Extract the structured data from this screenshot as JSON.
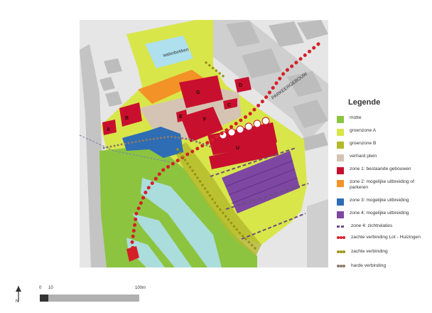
{
  "labels": {
    "waterbekken": "waterbekken",
    "parkeergebouw": "PARKEERGEBOUW",
    "buildings": [
      "A",
      "B",
      "C",
      "D",
      "E",
      "F",
      "G",
      "U"
    ]
  },
  "legend": {
    "title": "Legende",
    "items": [
      {
        "text": "motte",
        "color": "#8cc43f"
      },
      {
        "text": "groenzone A",
        "color": "#d8e64a"
      },
      {
        "text": "groenzone B",
        "color": "#b4b92a"
      },
      {
        "text": "verhard plein",
        "color": "#d5c4b4"
      },
      {
        "text": "zone 1: bestaande gebouwen",
        "color": "#c8102e"
      },
      {
        "text": "zone 2: mogelijke uitbreiding of parkeren",
        "color": "#f39227"
      },
      {
        "text": "zone 3: mogelijke uitbreiding",
        "color": "#2e6db4"
      },
      {
        "text": "zone 4: mogelijke uitbreiding",
        "color": "#7d47a2"
      },
      {
        "text": "zone 4: zichtrelaties",
        "color": "#6b4e7d"
      },
      {
        "text": "zachte verbinding Lot - Huizingen",
        "color": "#d32027"
      },
      {
        "text": "zachte verbinding",
        "color": "#9b9415"
      },
      {
        "text": "harde verbinding",
        "color": "#8a7a6a"
      }
    ]
  },
  "scale": {
    "start": "0",
    "mid": "10",
    "end": "100m"
  },
  "colors": {
    "motte": "#8cc43f",
    "groenA": "#d8e64a",
    "groenB": "#b4b92a",
    "plein": "#d5c4b4",
    "zone1": "#c8102e",
    "zone2": "#f39227",
    "zone3": "#2e6db4",
    "zone4": "#7d47a2",
    "water": "#aee0ee",
    "road": "#c8c8c8",
    "bg": "#e8e8e8"
  }
}
